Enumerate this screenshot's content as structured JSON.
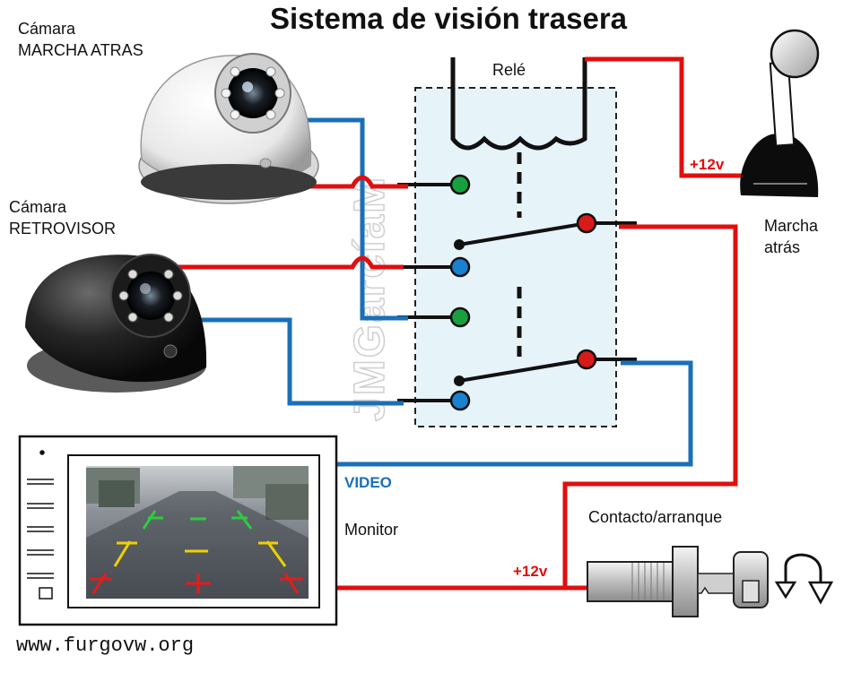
{
  "title": "Sistema de visión trasera",
  "labels": {
    "camera_rear": [
      "Cámara",
      "MARCHA ATRAS"
    ],
    "camera_mirror": [
      "Cámara",
      "RETROVISOR"
    ],
    "relay": "Relé",
    "reverse_gear": [
      "Marcha",
      "atrás"
    ],
    "monitor": "Monitor",
    "ignition": "Contacto/arranque",
    "plus12_top": "+12v",
    "plus12_bottom": "+12v",
    "video": "VIDEO",
    "website": "www.furgovw.org",
    "watermark": "JMGarcíaM"
  },
  "colors": {
    "power_wire": "#e10e0e",
    "video_wire": "#1a6fb8",
    "signal_wire": "#111111",
    "relay_box": "#e6f3f8",
    "contact_green": "#18a040",
    "contact_blue": "#1a80d0",
    "contact_red": "#d81a1a",
    "guide_green": "#2ecc40",
    "guide_yellow": "#f0d000",
    "guide_red": "#e51c1c"
  },
  "icons": [
    "dome-camera-white",
    "dome-camera-black",
    "gear-shift-lever",
    "ignition-key",
    "rotate-arrow",
    "monitor-screen"
  ]
}
